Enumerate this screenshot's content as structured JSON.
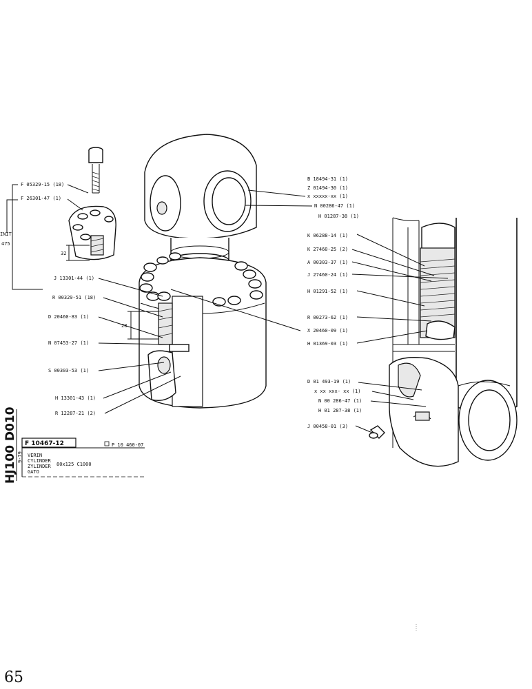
{
  "diagram": {
    "labels_left": [
      "F 05329-15 (18)",
      "F 26301-47 (1)",
      "J 13301-44 (1)",
      "R 00329-51 (18)",
      "D 20460-83 (1)",
      "N 07453-27 (1)",
      "S 00303-53 (1)",
      "H 13301-43 (1)",
      "R 12287-21 (2)"
    ],
    "labels_right_top": [
      "B 18494-31 (1)",
      "Z 01494-30 (1)",
      "x xxxxx-xx (1)",
      "N 00286-47 (1)",
      "H 01287-38 (1)"
    ],
    "labels_right_mid": [
      "K 06288-14 (1)",
      "K 27460-25 (2)",
      "A 00303-37 (1)",
      "J 27460-24 (1)",
      "H 01291-52 (1)",
      "R 00273-62 (1)",
      "X 20460-09 (1)",
      "H 01369-03 (1)"
    ],
    "labels_right_bottom": [
      "D 01 493-19 (1)",
      "x xx xxx- xx (1)",
      "N 00 286-47 (1)",
      "H 01 287-38 (1)",
      "J 00458-01 (3)"
    ],
    "dims": [
      "32",
      "28"
    ],
    "unit_tag": [
      "INIT",
      "475"
    ]
  },
  "title_block": {
    "ref": "F 10467-12",
    "alt_ref": "P 10 460-07",
    "names": [
      "VERIN",
      "CYLINDER",
      "ZYLINDER",
      "GATO"
    ],
    "spec": "80x125  C1000",
    "side_code": "HJ100 D010",
    "side_date": "9-79"
  },
  "page_number": "65"
}
